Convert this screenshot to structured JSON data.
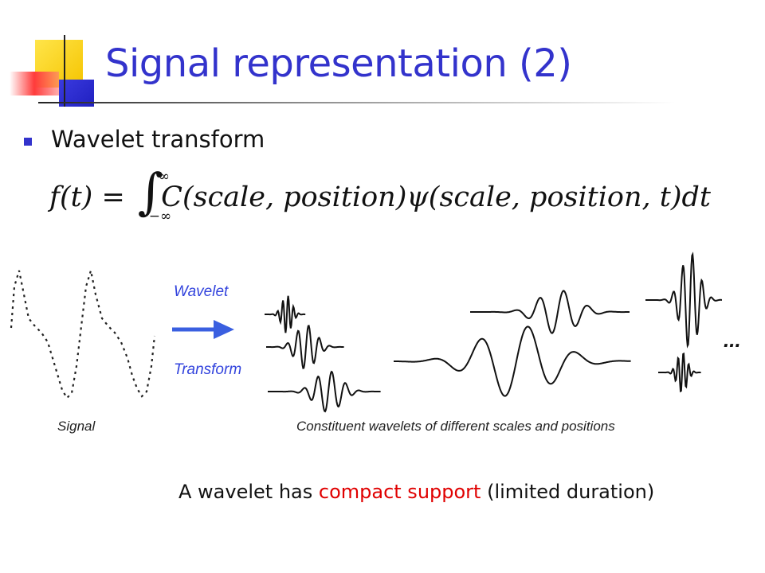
{
  "slide": {
    "title": "Signal representation (2)",
    "bullet": "Wavelet transform"
  },
  "formula": {
    "lhs": "f(t) =",
    "integral_upper": "∞",
    "integral_lower": "−∞",
    "rhs": "C(scale, position)ψ(scale, position, t)dt"
  },
  "figure": {
    "arrow_label_top": "Wavelet",
    "arrow_label_bottom": "Transform",
    "signal_label": "Signal",
    "wavelets_label": "Constituent wavelets of different scales and positions",
    "ellipsis": "..."
  },
  "caption": {
    "before": "A wavelet has ",
    "highlight": "compact support",
    "after": " (limited duration)"
  },
  "colors": {
    "title": "#3333cc",
    "highlight": "#e00000",
    "figure_label": "#3344dd",
    "arrow": "#3a5fe0"
  }
}
